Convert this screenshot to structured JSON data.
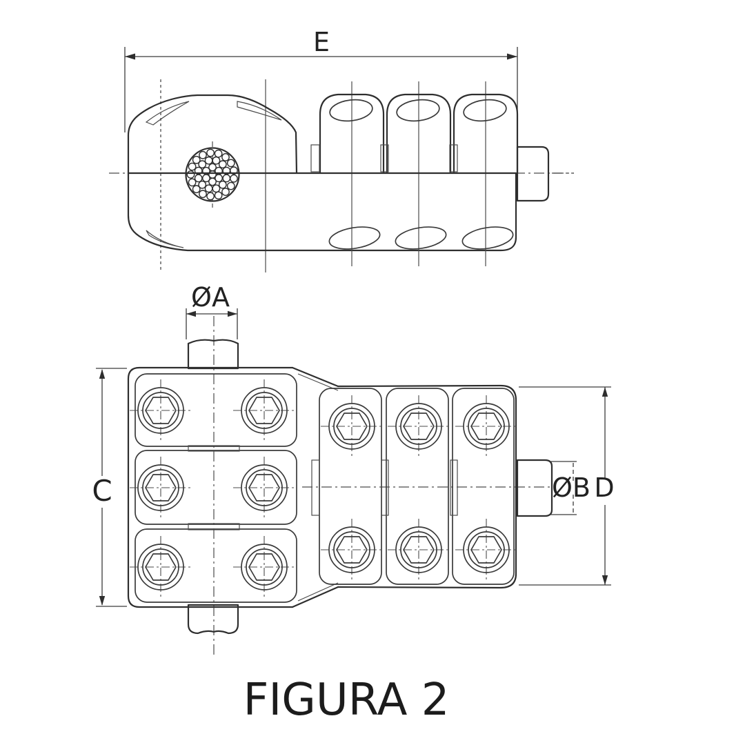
{
  "figure": {
    "caption": "FIGURA 2",
    "dimensions": {
      "e": "E",
      "phi_a": "ØA",
      "c": "C",
      "phi_b": "ØB",
      "d": "D"
    }
  },
  "style": {
    "line_color": "#2e2e2e",
    "background": "#ffffff"
  }
}
